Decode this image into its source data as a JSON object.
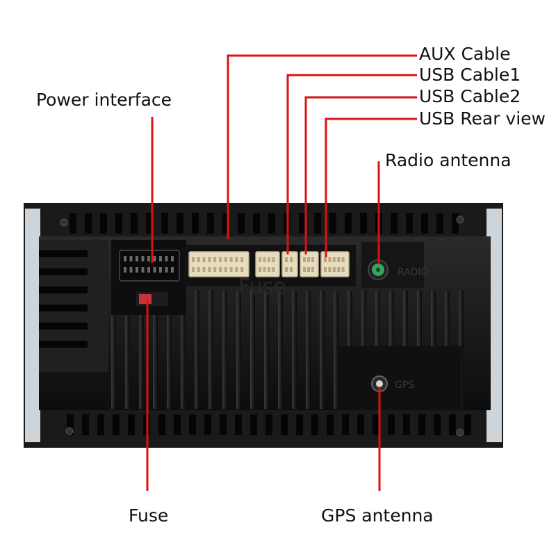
{
  "colors": {
    "leader": "#dd1111",
    "background": "#ffffff",
    "housing": "#141414",
    "connector": "#e8dcc0",
    "radio_port": "#33a55a",
    "fuse": "#c8303a"
  },
  "labels": {
    "aux_cable": "AUX Cable",
    "usb_cable1": "USB Cable1",
    "usb_cable2": "USB Cable2",
    "usb_rear_view": "USB Rear view",
    "power_interface": "Power interface",
    "radio_antenna": "Radio antenna",
    "fuse": "Fuse",
    "gps_antenna": "GPS antenna"
  },
  "unit_markings": {
    "radio": "RADIO",
    "gps": "GPS",
    "fuse_overlay": "Fuse"
  }
}
